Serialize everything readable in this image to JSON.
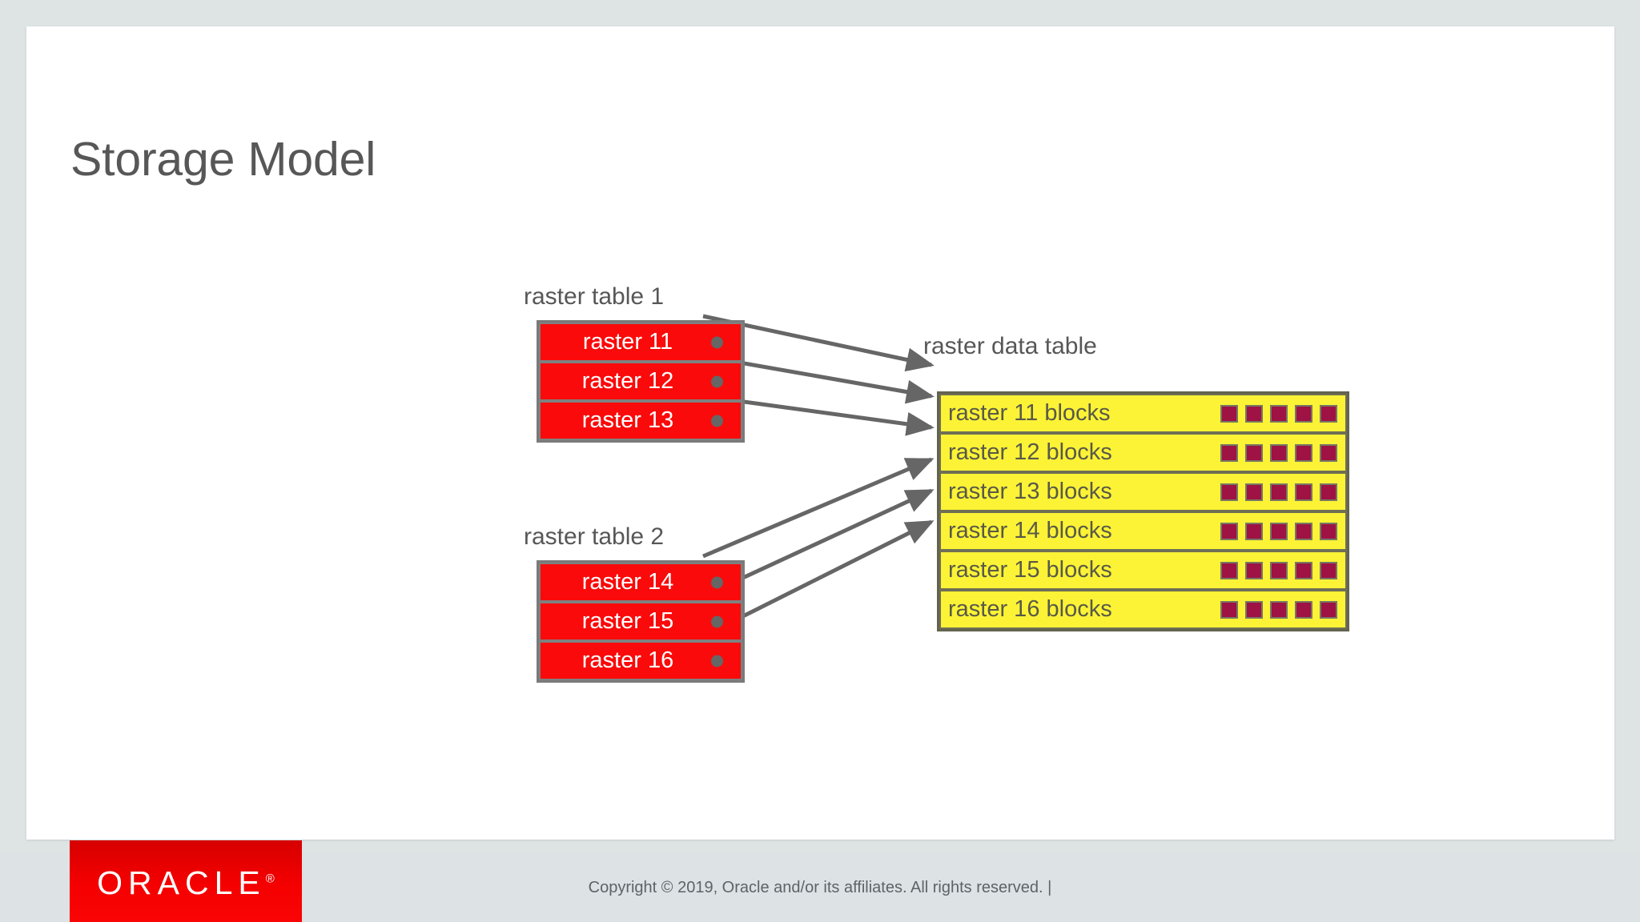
{
  "slide": {
    "title": "Storage Model",
    "background_color": "#dee3e4",
    "canvas_color": "#ffffff",
    "title_color": "#575757"
  },
  "diagram": {
    "colors": {
      "raster_cell_fill": "#fa0a0a",
      "raster_cell_text": "#ffffff",
      "raster_table_border": "#7a7a7a",
      "data_row_fill": "#fcf336",
      "data_row_text": "#595948",
      "data_table_border": "#63634f",
      "block_fill": "#9e1244",
      "block_border": "#777762",
      "connector": "#666666",
      "label_text": "#575757"
    },
    "raster_tables": [
      {
        "label": "raster table 1",
        "cells": [
          {
            "text": "raster 11"
          },
          {
            "text": "raster 12"
          },
          {
            "text": "raster 13"
          }
        ]
      },
      {
        "label": "raster table 2",
        "cells": [
          {
            "text": "raster 14"
          },
          {
            "text": "raster 15"
          },
          {
            "text": "raster 16"
          }
        ]
      }
    ],
    "raster_data_table": {
      "label": "raster data table",
      "blocks_per_row": 5,
      "rows": [
        {
          "text": "raster 11 blocks"
        },
        {
          "text": "raster 12 blocks"
        },
        {
          "text": "raster 13 blocks"
        },
        {
          "text": "raster 14 blocks"
        },
        {
          "text": "raster 15 blocks"
        },
        {
          "text": "raster 16 blocks"
        }
      ]
    },
    "connectors": [
      {
        "from": "raster 11",
        "to": "raster 11 blocks"
      },
      {
        "from": "raster 12",
        "to": "raster 12 blocks"
      },
      {
        "from": "raster 13",
        "to": "raster 13 blocks"
      },
      {
        "from": "raster 14",
        "to": "raster 14 blocks"
      },
      {
        "from": "raster 15",
        "to": "raster 15 blocks"
      },
      {
        "from": "raster 16",
        "to": "raster 16 blocks"
      }
    ]
  },
  "footer": {
    "logo_text": "ORACLE",
    "logo_registered_mark": "®",
    "copyright": "Copyright © 2019, Oracle and/or its affiliates. All rights reserved.  |",
    "logo_color": "#f50000",
    "band_color": "#dde2e4"
  }
}
